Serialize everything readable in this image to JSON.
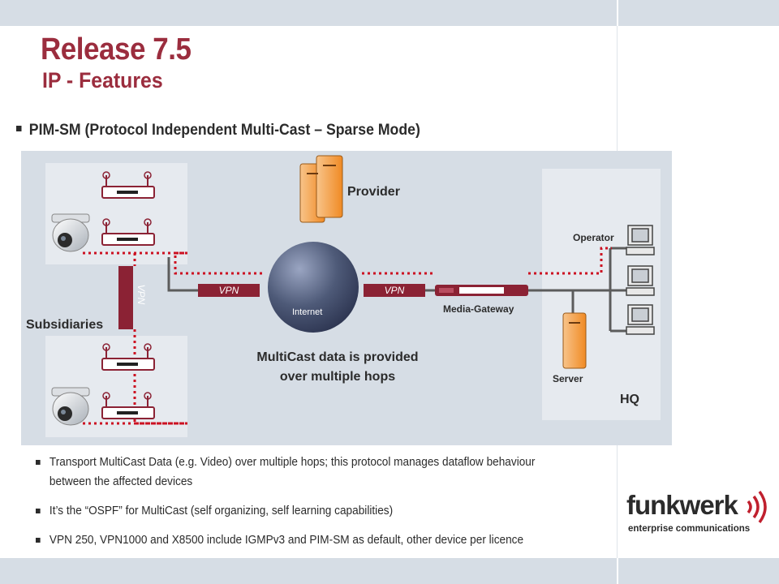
{
  "header": {
    "title": "Release 7.5",
    "subtitle": "IP - Features"
  },
  "main_bullet": "PIM-SM (Protocol Independent Multi-Cast – Sparse Mode)",
  "diagram": {
    "subsidiaries_label": "Subsidiaries",
    "provider_label": "Provider",
    "internet_label": "Internet",
    "vpn_left_label": "VPN",
    "vpn_right_label": "VPN",
    "vpn_vertical_label": "VPN",
    "media_gateway_label": "Media-Gateway",
    "operator_label": "Operator",
    "server_label": "Server",
    "hq_label": "HQ",
    "multicast_line1": "MultiCast data is provided",
    "multicast_line2": "over multiple hops",
    "colors": {
      "vpn_link": "#8b2234",
      "multicast_path": "#cc1122",
      "internet_globe": "#4e5a78",
      "server": "#f08a24",
      "background": "#d6dde5"
    }
  },
  "bullets": [
    "Transport MultiCast Data (e.g. Video) over multiple hops; this protocol manages dataflow behaviour between the affected devices",
    "It’s the “OSPF” for MultiCast (self organizing, self learning capabilities)",
    "VPN 250, VPN1000 and X8500 include IGMPv3 and PIM-SM as default, other device per licence"
  ],
  "logo": {
    "word": "funkwerk",
    "tagline": "enterprise communications"
  },
  "theme": {
    "title_color": "#9b2d3e",
    "band_color": "#d6dde5"
  }
}
